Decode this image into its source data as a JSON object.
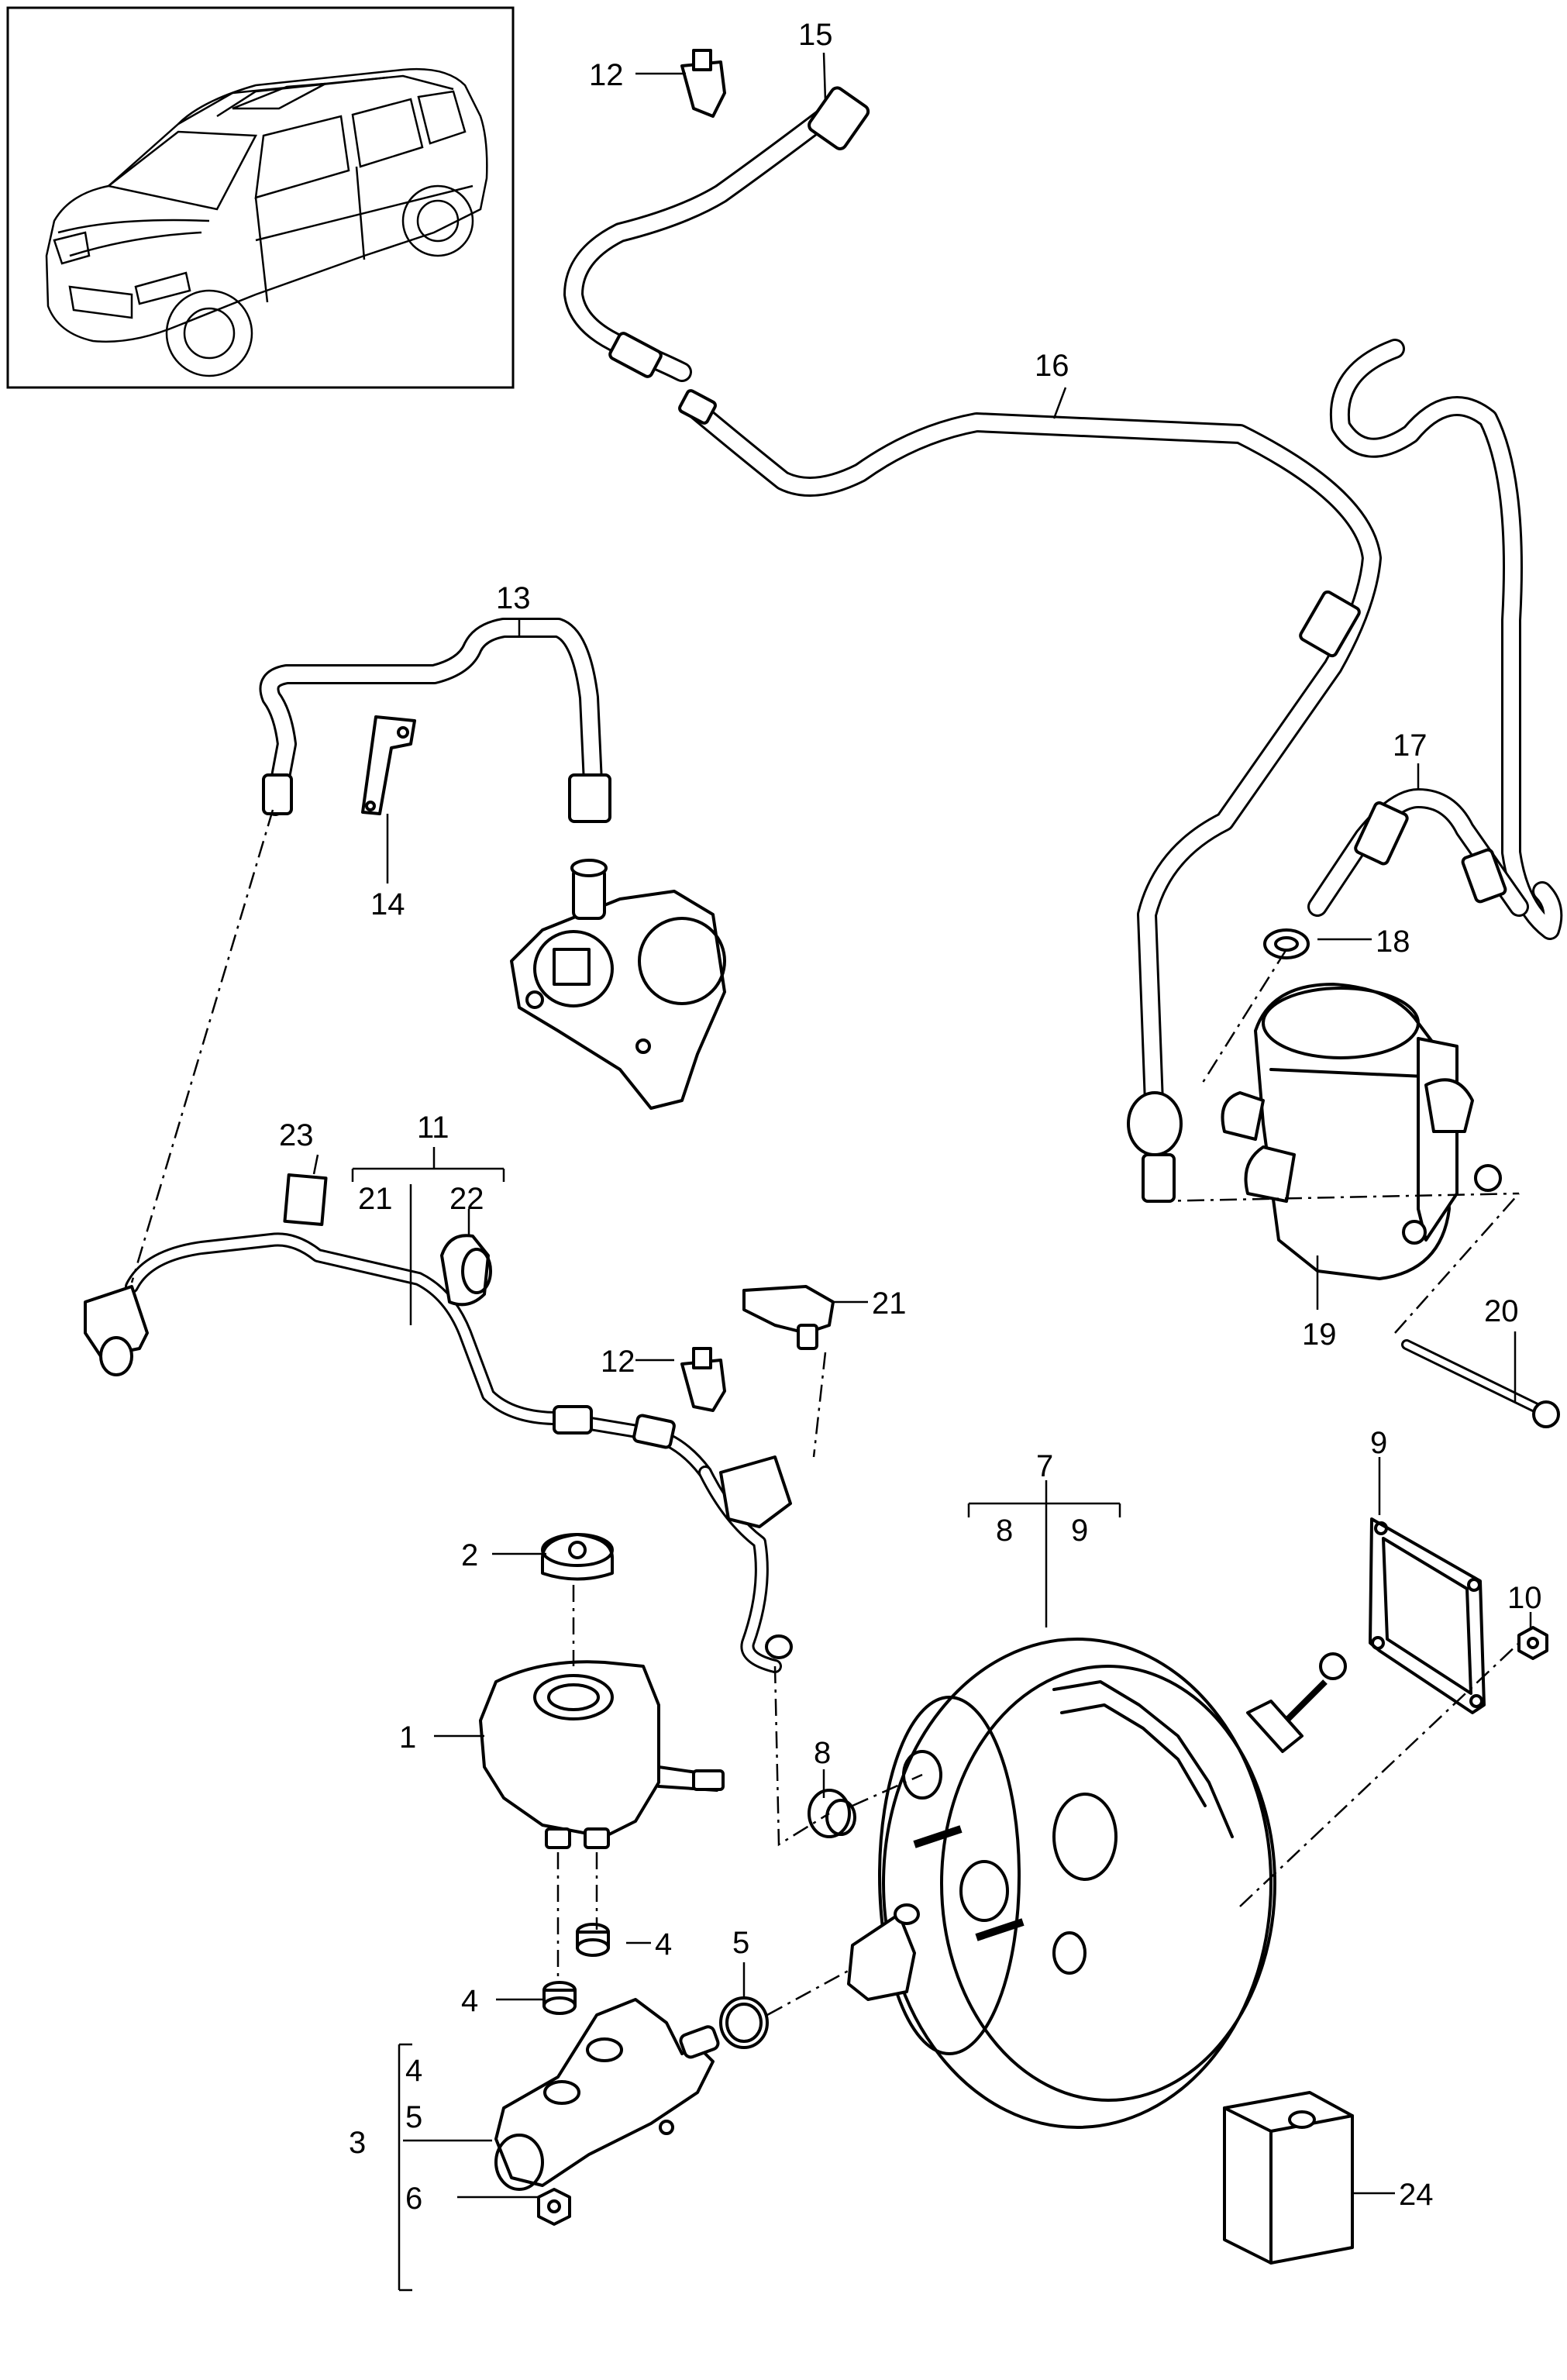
{
  "diagram": {
    "callouts": {
      "c1": "1",
      "c2": "2",
      "c3": "3",
      "c4a": "4",
      "c4b": "4",
      "c4c": "4",
      "c5a": "5",
      "c5b": "5",
      "c6": "6",
      "c7": "7",
      "c8a": "8",
      "c8b": "8",
      "c9a": "9",
      "c9b": "9",
      "c10": "10",
      "c11": "11",
      "c12a": "12",
      "c12b": "12",
      "c13": "13",
      "c14": "14",
      "c15": "15",
      "c16": "16",
      "c17": "17",
      "c18": "18",
      "c19": "19",
      "c20": "20",
      "c21a": "21",
      "c21b": "21",
      "c22": "22",
      "c23": "23",
      "c24": "24"
    }
  }
}
